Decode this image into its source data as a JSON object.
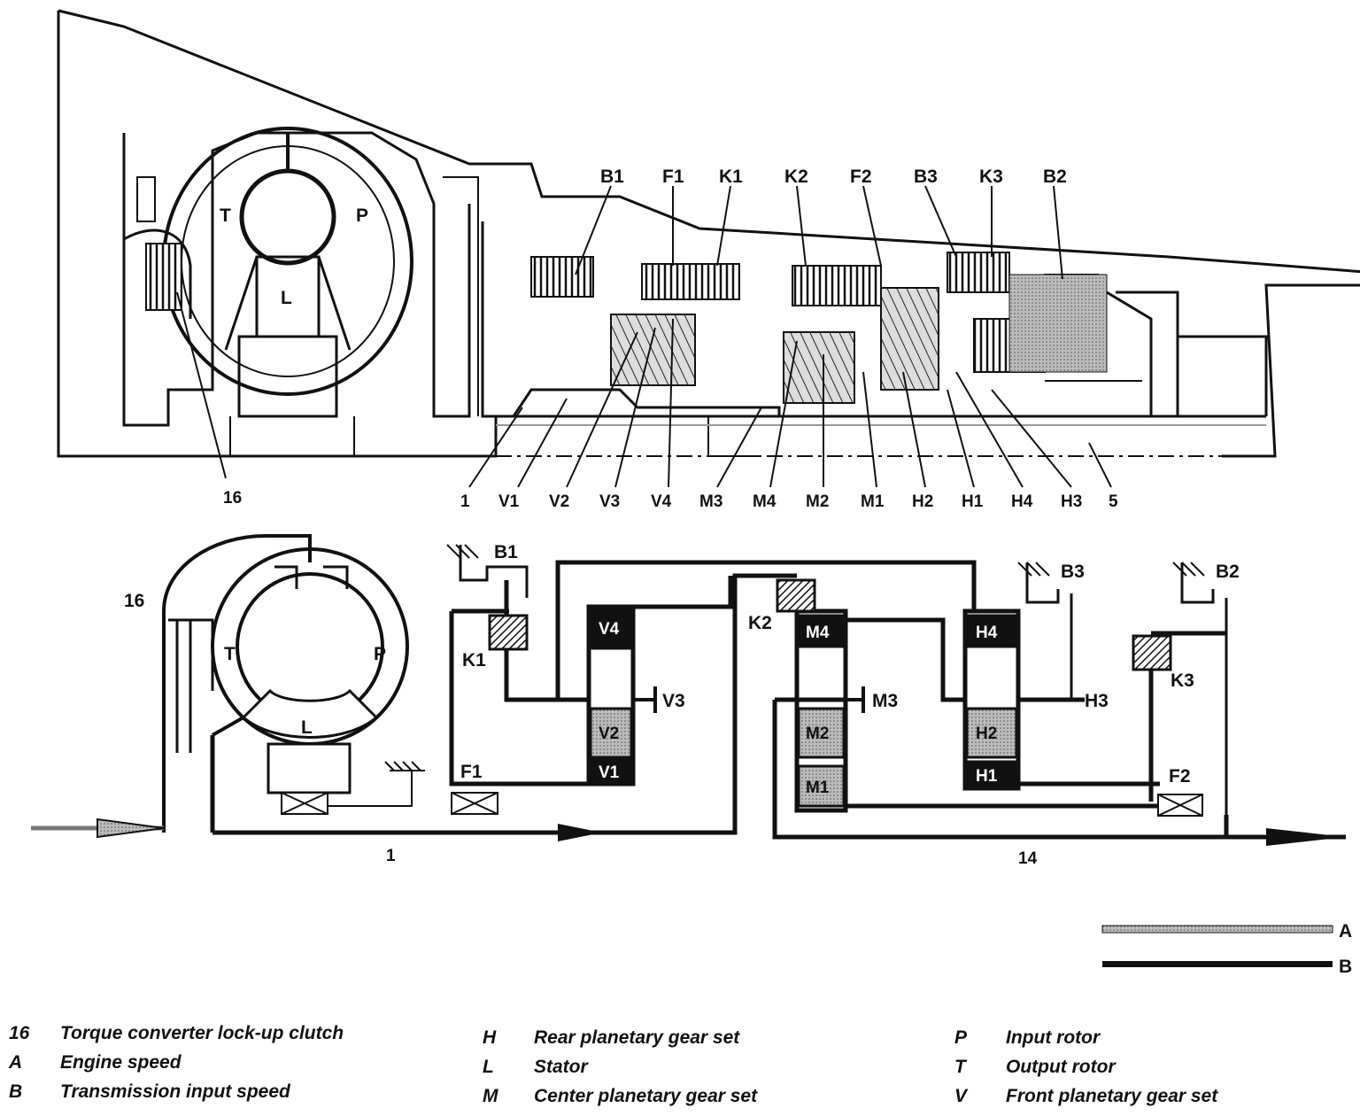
{
  "section_labels": {
    "top_zones": [
      "T",
      "P",
      "L"
    ],
    "top_callouts": [
      "B1",
      "F1",
      "K1",
      "K2",
      "F2",
      "B3",
      "K3",
      "B2"
    ],
    "bottom_callouts": [
      "16",
      "1",
      "V1",
      "V2",
      "V3",
      "V4",
      "M3",
      "M4",
      "M2",
      "M1",
      "H2",
      "H1",
      "H4",
      "H3",
      "5"
    ]
  },
  "schematic": {
    "left_labels": {
      "lockup": "16",
      "T": "T",
      "P": "P",
      "L": "L",
      "input_shaft": "1"
    },
    "front_set": {
      "brake": "B1",
      "clutch": "K1",
      "freewheel": "F1",
      "v4": "V4",
      "v2": "V2",
      "v1": "V1",
      "v3": "V3"
    },
    "center_set": {
      "clutch": "K2",
      "m4": "M4",
      "m2": "M2",
      "m1": "M1",
      "m3": "M3"
    },
    "rear_set": {
      "brake_b3": "B3",
      "h4": "H4",
      "h2": "H2",
      "h1": "H1",
      "h3": "H3"
    },
    "output": {
      "brake_b2": "B2",
      "clutch": "K3",
      "freewheel": "F2",
      "output_shaft": "14"
    }
  },
  "line_key": {
    "a_label": "A",
    "b_label": "B"
  },
  "legend": [
    [
      {
        "key": "16",
        "desc": "Torque converter lock-up clutch"
      },
      {
        "key": "A",
        "desc": "Engine speed"
      },
      {
        "key": "B",
        "desc": "Transmission input speed"
      }
    ],
    [
      {
        "key": "H",
        "desc": "Rear planetary gear set"
      },
      {
        "key": "L",
        "desc": "Stator"
      },
      {
        "key": "M",
        "desc": "Center planetary gear set"
      }
    ],
    [
      {
        "key": "P",
        "desc": "Input rotor"
      },
      {
        "key": "T",
        "desc": "Output rotor"
      },
      {
        "key": "V",
        "desc": "Front planetary gear set"
      }
    ]
  ]
}
